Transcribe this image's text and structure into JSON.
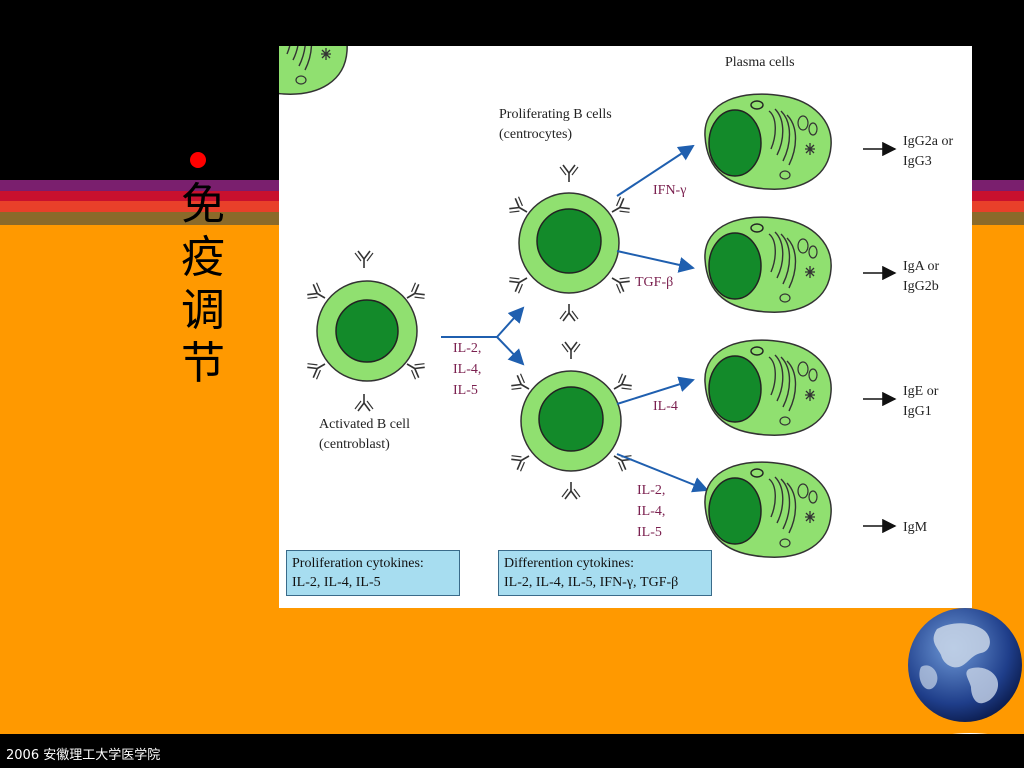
{
  "slide": {
    "title": "免疫调节",
    "footer": "2006 安徽理工大学医学院"
  },
  "colors": {
    "background": "#FF9900",
    "band": "#000000",
    "cell_outer": "#90E070",
    "cell_nucleus": "#138A2A",
    "arrow": "#1F5FAF",
    "cytokine_text": "#7A1F4E",
    "box_fill": "#A7DDF0"
  },
  "diagram": {
    "activated_label_1": "Activated B cell",
    "activated_label_2": "(centroblast)",
    "proliferating_label_1": "Proliferating B cells",
    "proliferating_label_2": "(centrocytes)",
    "plasma_label": "Plasma cells",
    "prolif_cytokines": [
      "IL-2,",
      "IL-4,",
      "IL-5"
    ],
    "diff_cytokines": {
      "ifn": "IFN-γ",
      "tgf": "TGF-β",
      "il4": "IL-4",
      "il245": [
        "IL-2,",
        "IL-4,",
        "IL-5"
      ]
    },
    "outputs": [
      [
        "IgG2a or",
        "IgG3"
      ],
      [
        "IgA or",
        "IgG2b"
      ],
      [
        "IgE or",
        "IgG1"
      ],
      [
        "IgM",
        ""
      ]
    ],
    "prolif_box": {
      "title": "Proliferation cytokines:",
      "list": "IL-2, IL-4, IL-5"
    },
    "diff_box": {
      "title": "Differention cytokines:",
      "list": "IL-2, IL-4, IL-5, IFN-γ, TGF-β"
    }
  },
  "icons": [
    "globe-icon",
    "bullet-icon"
  ]
}
